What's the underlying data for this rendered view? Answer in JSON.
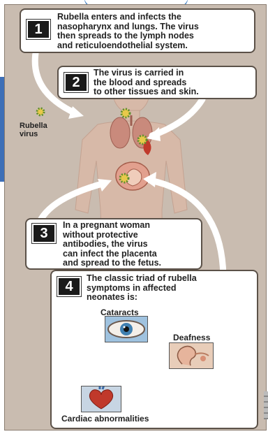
{
  "steps": [
    {
      "number": "1",
      "text": "Rubella enters and infects the\nnasopharynx and lungs. The virus\nthen spreads to the lymph nodes\nand reticuloendothelial system."
    },
    {
      "number": "2",
      "text": "The virus is carried in\nthe blood and spreads\nto other tissues and skin."
    },
    {
      "number": "3",
      "text": "In a pregnant woman\nwithout protective\nantibodies, the virus\ncan infect the placenta\nand spread to the fetus."
    },
    {
      "number": "4",
      "text": "The classic triad of rubella\nsymptoms in affected\nneonates is:"
    }
  ],
  "labels": {
    "virus": "Rubella\nvirus",
    "cataracts": "Cataracts",
    "deafness": "Deafness",
    "cardiac": "Cardiac abnormalities"
  },
  "colors": {
    "panel": "#c9bcb0",
    "accent_blue": "#3d6fb7",
    "virus_green": "#7fb24a",
    "virus_yellow": "#e8c94a"
  },
  "icons": [
    "rubella-virus-icon",
    "eye-icon",
    "ear-icon",
    "heart-icon"
  ]
}
